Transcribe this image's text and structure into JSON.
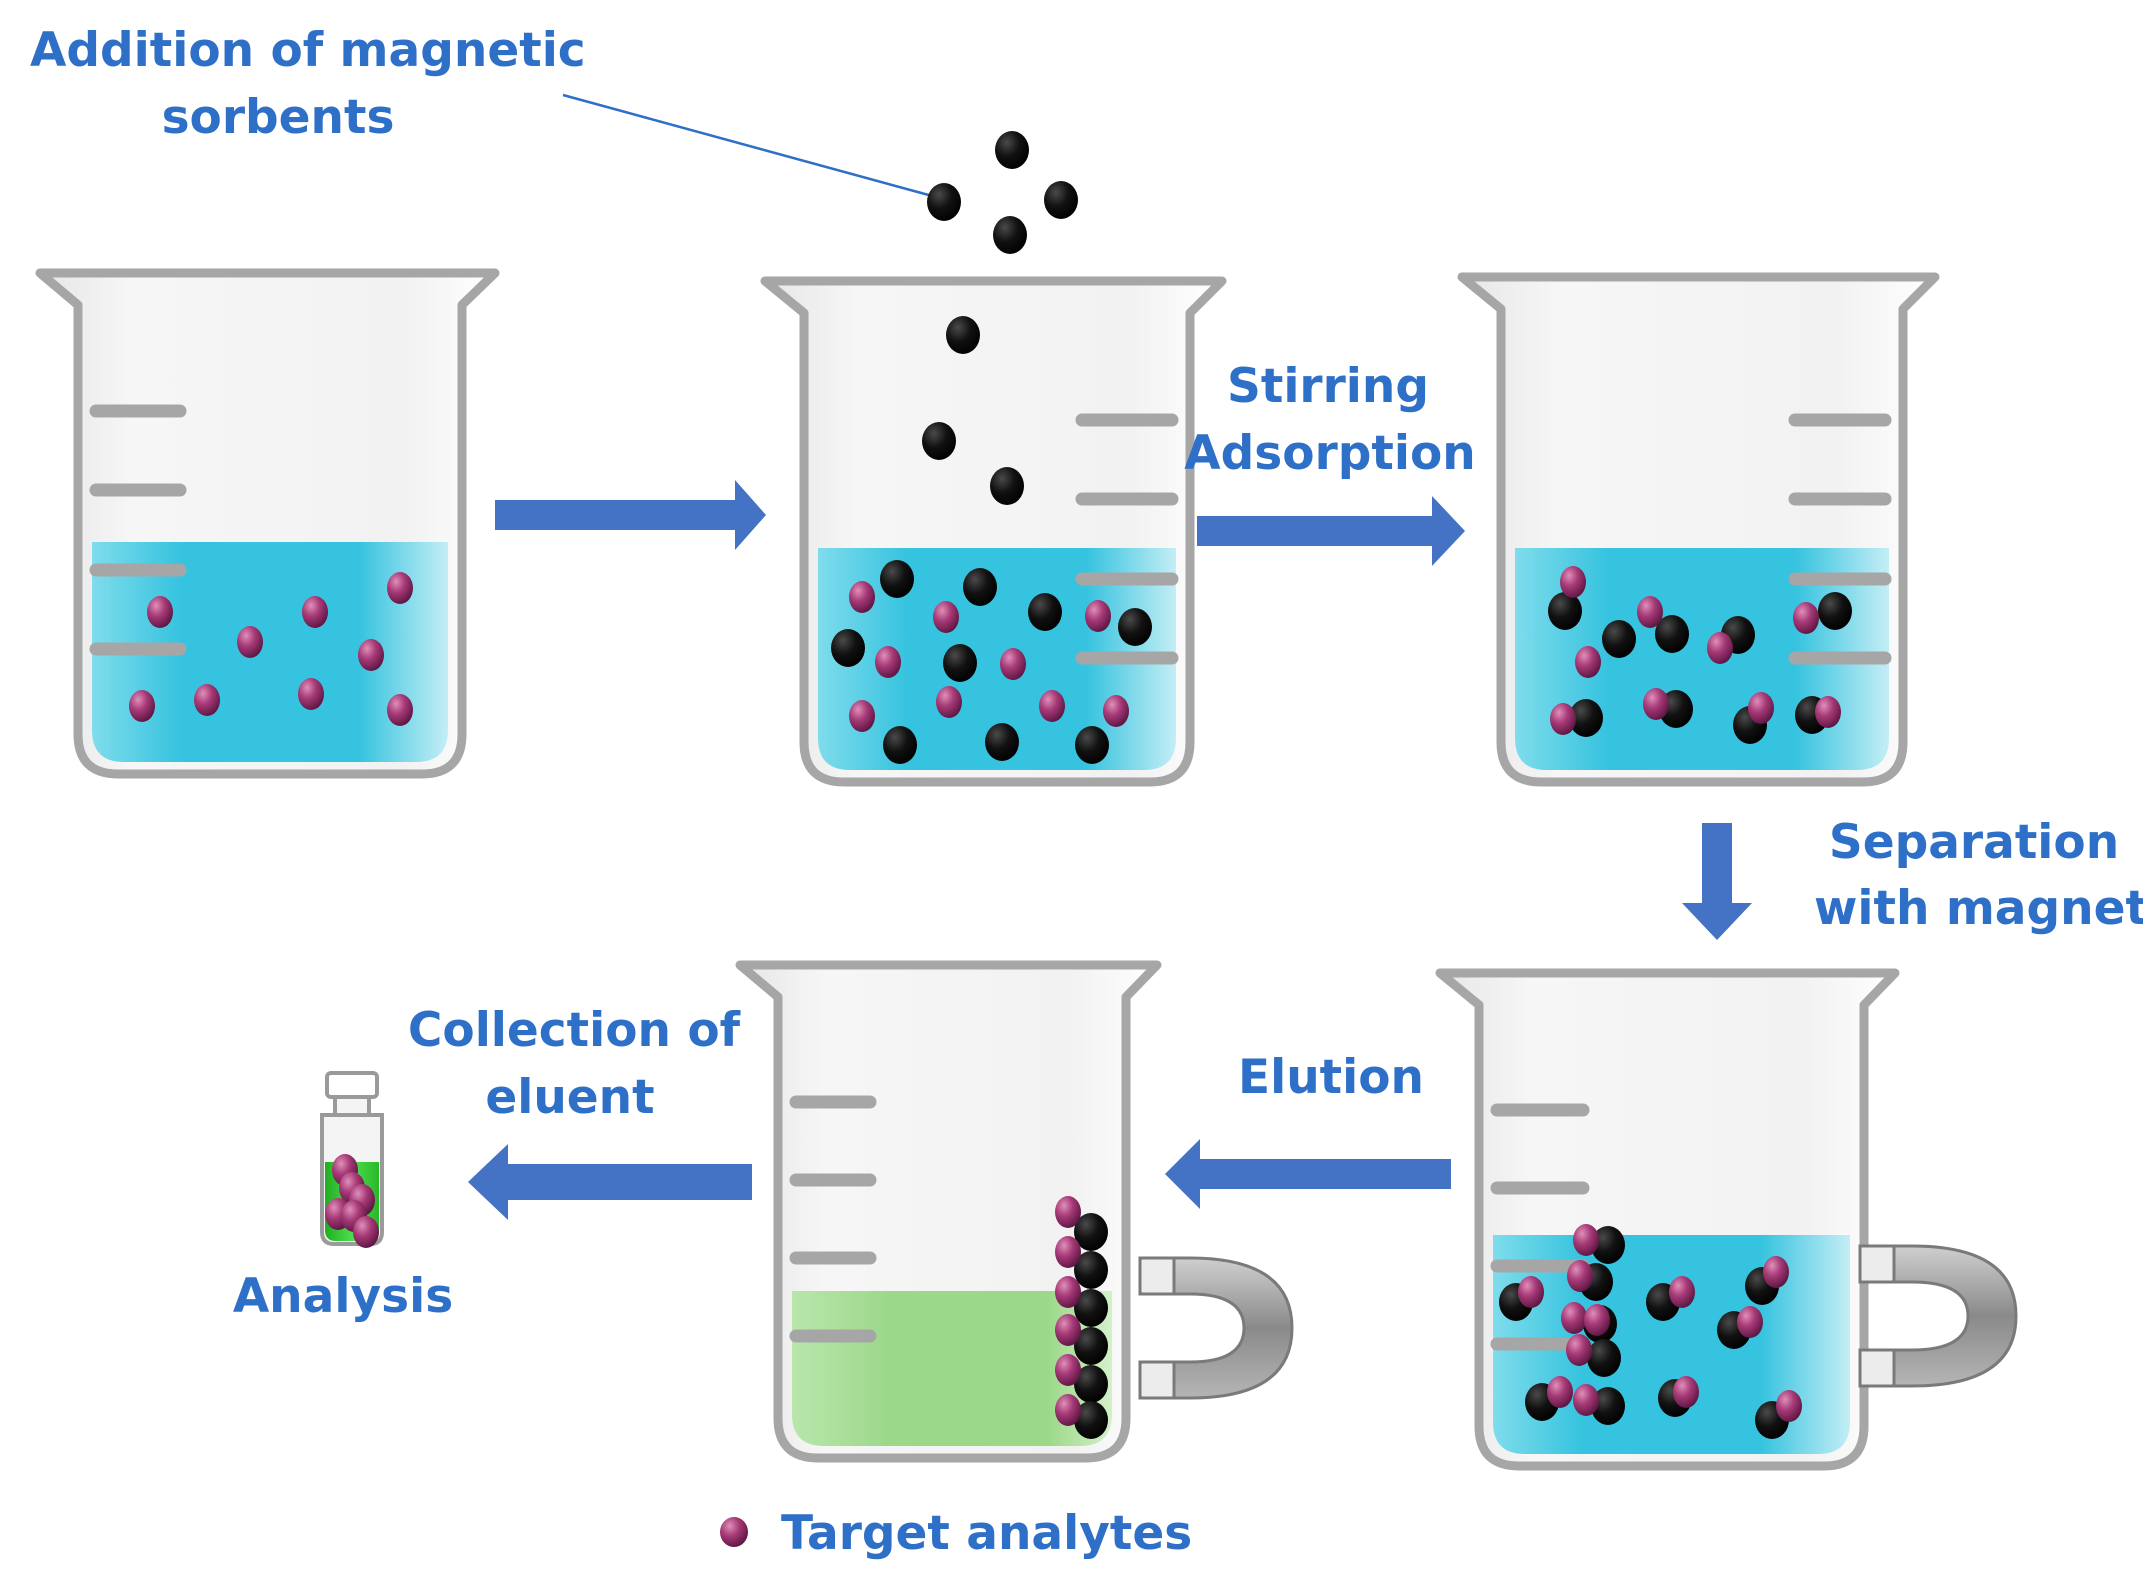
{
  "labels": {
    "addition_line1": "Addition of magnetic",
    "addition_line2": "sorbents",
    "stirring": "Stirring",
    "adsorption": "Adsorption",
    "separation_line1": "Separation",
    "separation_line2": "with magnet",
    "elution": "Elution",
    "collection_line1": "Collection of",
    "collection_line2": "eluent",
    "analysis": "Analysis",
    "legend": "Target analytes"
  },
  "colors": {
    "label_text": "#2e6fc7",
    "arrow": "#4472c4",
    "water": "#39c5e1",
    "eluent": "#9ed98e",
    "vial_liquid": "#3ccc3c",
    "analyte": "#8b2a63",
    "sorbent": "#000000",
    "beaker_outline": "#a6a6a6",
    "magnet": "#9a9a9a"
  },
  "icons": [
    "beaker-icon",
    "magnet-icon",
    "vial-icon",
    "arrow-icon",
    "sorbent-particle-icon",
    "analyte-particle-icon"
  ]
}
